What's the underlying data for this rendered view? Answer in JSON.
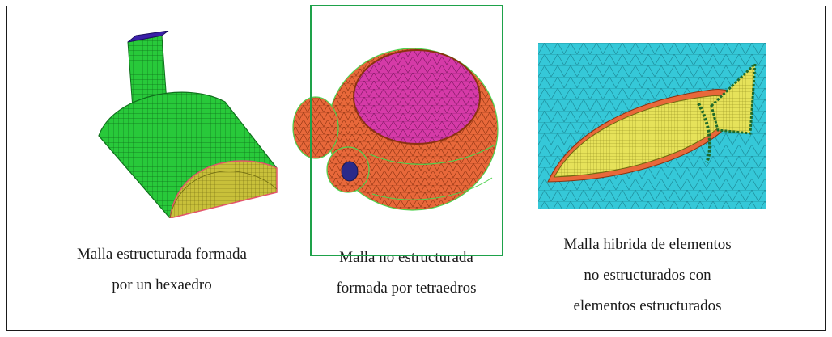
{
  "figures": [
    {
      "id": "hexa",
      "caption_lines": [
        "Malla estructurada formada",
        "por un hexaedro"
      ],
      "fill_colors": {
        "body": "#28c93a",
        "top": "#3a1fa8",
        "end_face": "#c8c03a",
        "edge": "#e3546b"
      }
    },
    {
      "id": "tetra",
      "caption_lines": [
        "Malla no estructurada",
        "formada por tetraedros"
      ],
      "fill_colors": {
        "shell": "#e8683a",
        "inner": "#d63aa8",
        "hole": "#2a2a8a",
        "edge": "#4fd24f"
      }
    },
    {
      "id": "hybrid",
      "caption_lines": [
        "Malla hibrida de elementos",
        "no estructurados con",
        "elementos estructurados"
      ],
      "fill_colors": {
        "background": "#35c8d8",
        "body": "#e6e25a",
        "rim": "#e8683a",
        "fin_edge": "#1f6a2a"
      }
    }
  ],
  "highlight_color": "#1ea24a"
}
